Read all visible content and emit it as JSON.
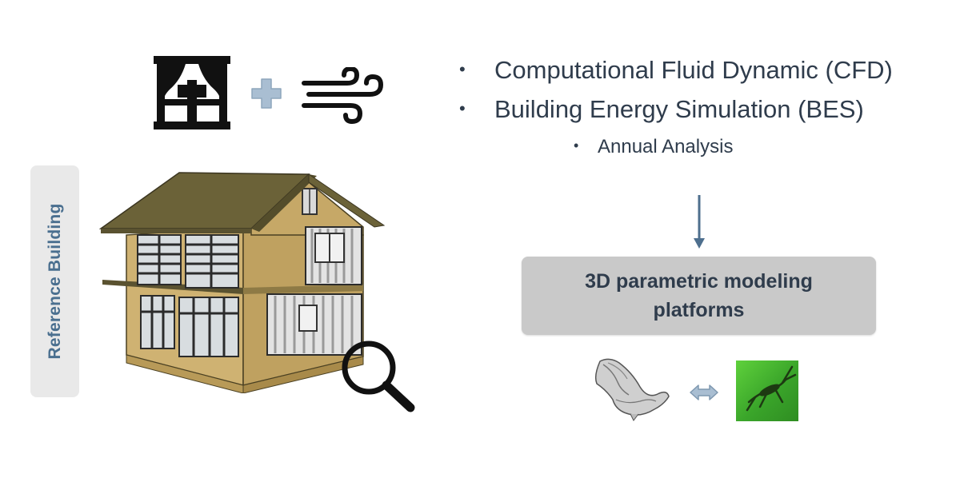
{
  "side_label": {
    "text": "Reference Building"
  },
  "bullets": [
    {
      "dot": "•",
      "text": "Computational Fluid Dynamic (CFD)"
    },
    {
      "dot": "•",
      "text": "Building Energy Simulation (BES)"
    },
    {
      "dot": "•",
      "text": "Annual Analysis"
    }
  ],
  "box": {
    "lines": [
      "3D parametric modeling",
      "platforms"
    ]
  },
  "icons": {
    "curtain_window": "window-curtain-icon",
    "plus": "plus-icon",
    "wind": "wind-icon",
    "house": "house-illustration",
    "magnifier": "magnifier-icon",
    "arrow_down": "arrow-down-icon",
    "rhino": "rhino-logo",
    "two_way": "double-arrow-icon",
    "grasshopper": "grasshopper-logo"
  },
  "colors": {
    "text_dark": "#2f3c4c",
    "label_blue": "#4a6f8f",
    "pill_bg": "#e9e9e9",
    "box_bg": "#c9c9c9",
    "arrow": "#4e6f8e",
    "plus": "#a9bed2",
    "house_wall": "#cfb272",
    "roof": "#6b6238",
    "grasshopper_green": "#3aa52a"
  }
}
